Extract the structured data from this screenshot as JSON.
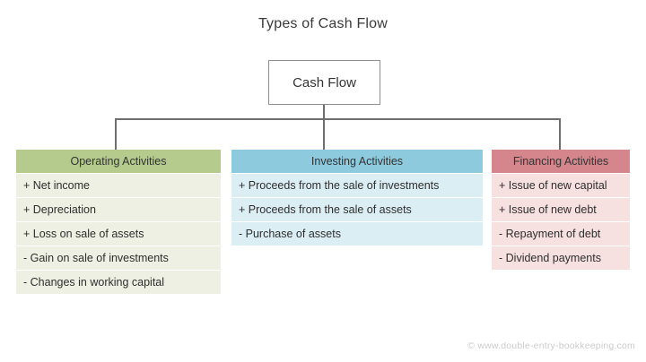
{
  "title": "Types of Cash Flow",
  "root": {
    "label": "Cash Flow"
  },
  "columns": [
    {
      "header": "Operating Activities",
      "header_color": "#b5cb8e",
      "row_color": "#edf0e2",
      "rows": [
        "+ Net income",
        "+ Depreciation",
        "+ Loss on sale of assets",
        "- Gain on sale of investments",
        "- Changes in working capital"
      ]
    },
    {
      "header": "Investing Activities",
      "header_color": "#8ecadd",
      "row_color": "#dbeef4",
      "rows": [
        "+ Proceeds from the sale of investments",
        "+ Proceeds from the sale of assets",
        "- Purchase of assets"
      ]
    },
    {
      "header": "Financing Activities",
      "header_color": "#d4868c",
      "row_color": "#f6e0e0",
      "rows": [
        "+ Issue of new capital",
        "+ Issue of new debt",
        "- Repayment of debt",
        "- Dividend payments"
      ]
    }
  ],
  "footer": "© www.double-entry-bookkeeping.com"
}
